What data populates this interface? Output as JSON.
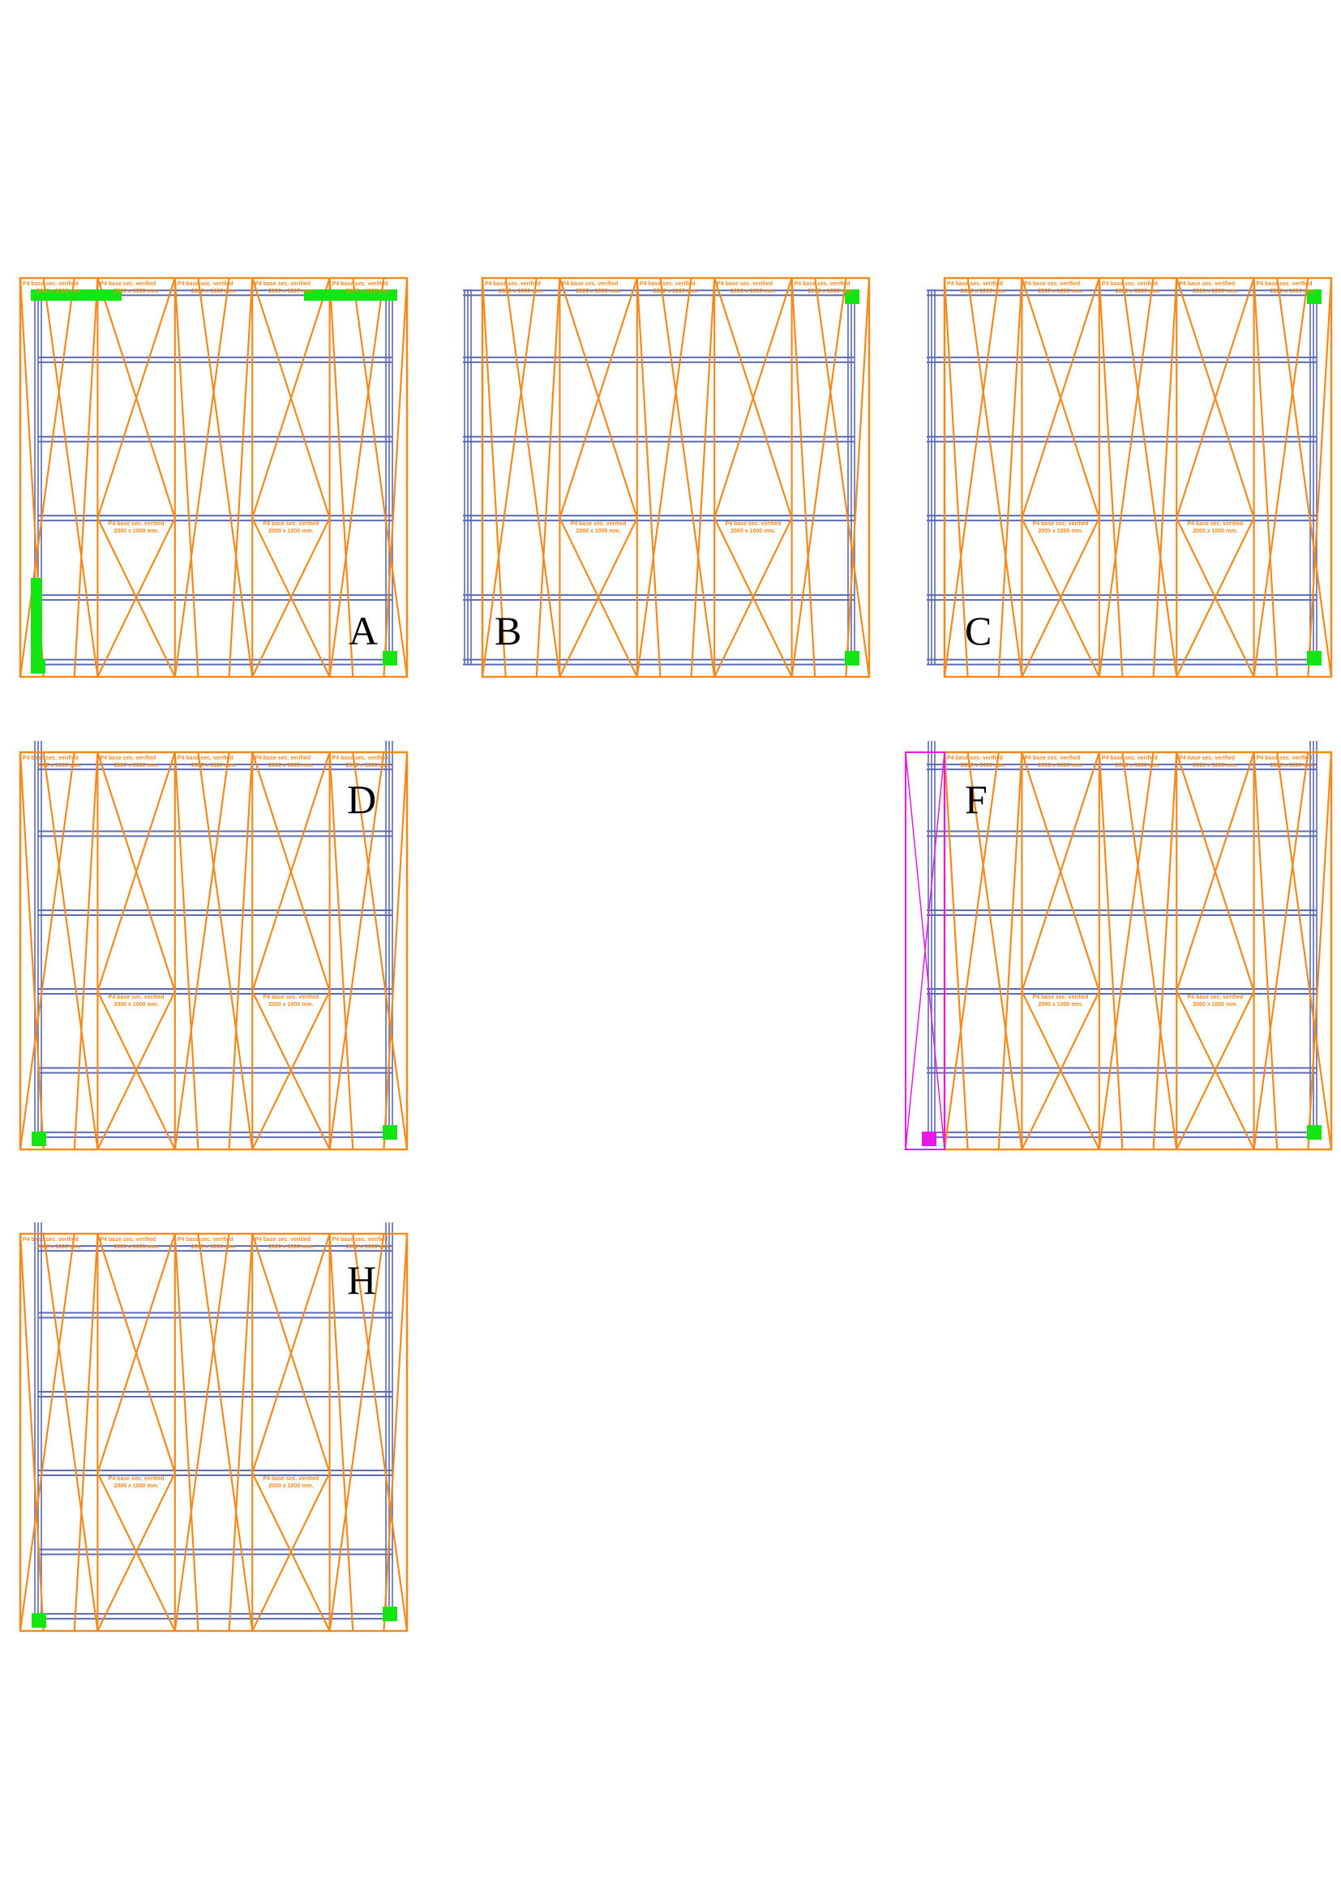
{
  "drawing": {
    "colors": {
      "brace": "#f48a1c",
      "frame": "#5b6bb5",
      "highlight": "#14e614",
      "alt": "#e619e6"
    },
    "brace_label_line1": "P4 base sec. verified",
    "brace_label_line2": "2000 x 1000 mm.",
    "panels": [
      {
        "letter": "A",
        "variant": "A"
      },
      {
        "letter": "B",
        "variant": "B"
      },
      {
        "letter": "C",
        "variant": "C"
      },
      {
        "letter": "D",
        "variant": "D"
      },
      {
        "letter": "F",
        "variant": "F"
      },
      {
        "letter": "H",
        "variant": "H"
      }
    ]
  }
}
